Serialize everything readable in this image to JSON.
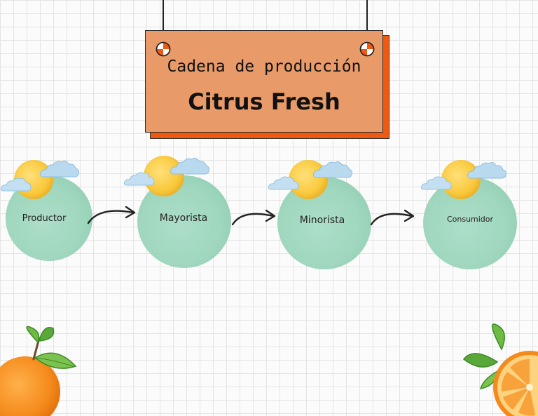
{
  "sign": {
    "line1": "Cadena de producción",
    "line2": "Citrus Fresh"
  },
  "nodes": [
    {
      "label": "Productor"
    },
    {
      "label": "Mayorista"
    },
    {
      "label": "Minorista"
    },
    {
      "label": "Consumidor"
    }
  ],
  "colors": {
    "sign_fill": "#e89b68",
    "sign_shadow": "#ee5a12",
    "node_fill": "#9bd5bb",
    "sun": "#f9c93c",
    "cloud": "#b9d9ee",
    "orange": "#f08a1e",
    "leaf": "#5aa83a"
  },
  "icons": [
    "sun-icon",
    "cloud-icon",
    "arrow-right-icon",
    "orange-fruit-icon",
    "orange-slice-icon",
    "pin-icon"
  ]
}
